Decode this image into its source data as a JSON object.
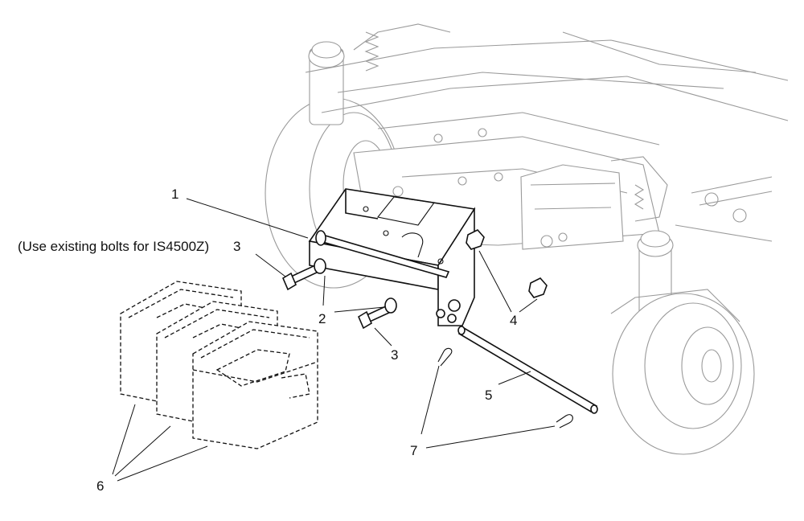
{
  "note": "(Use existing bolts for IS4500Z)",
  "callouts": {
    "c1": "1",
    "c2": "2",
    "c3a": "3",
    "c3b": "3",
    "c4": "4",
    "c5": "5",
    "c6": "6",
    "c7": "7"
  }
}
